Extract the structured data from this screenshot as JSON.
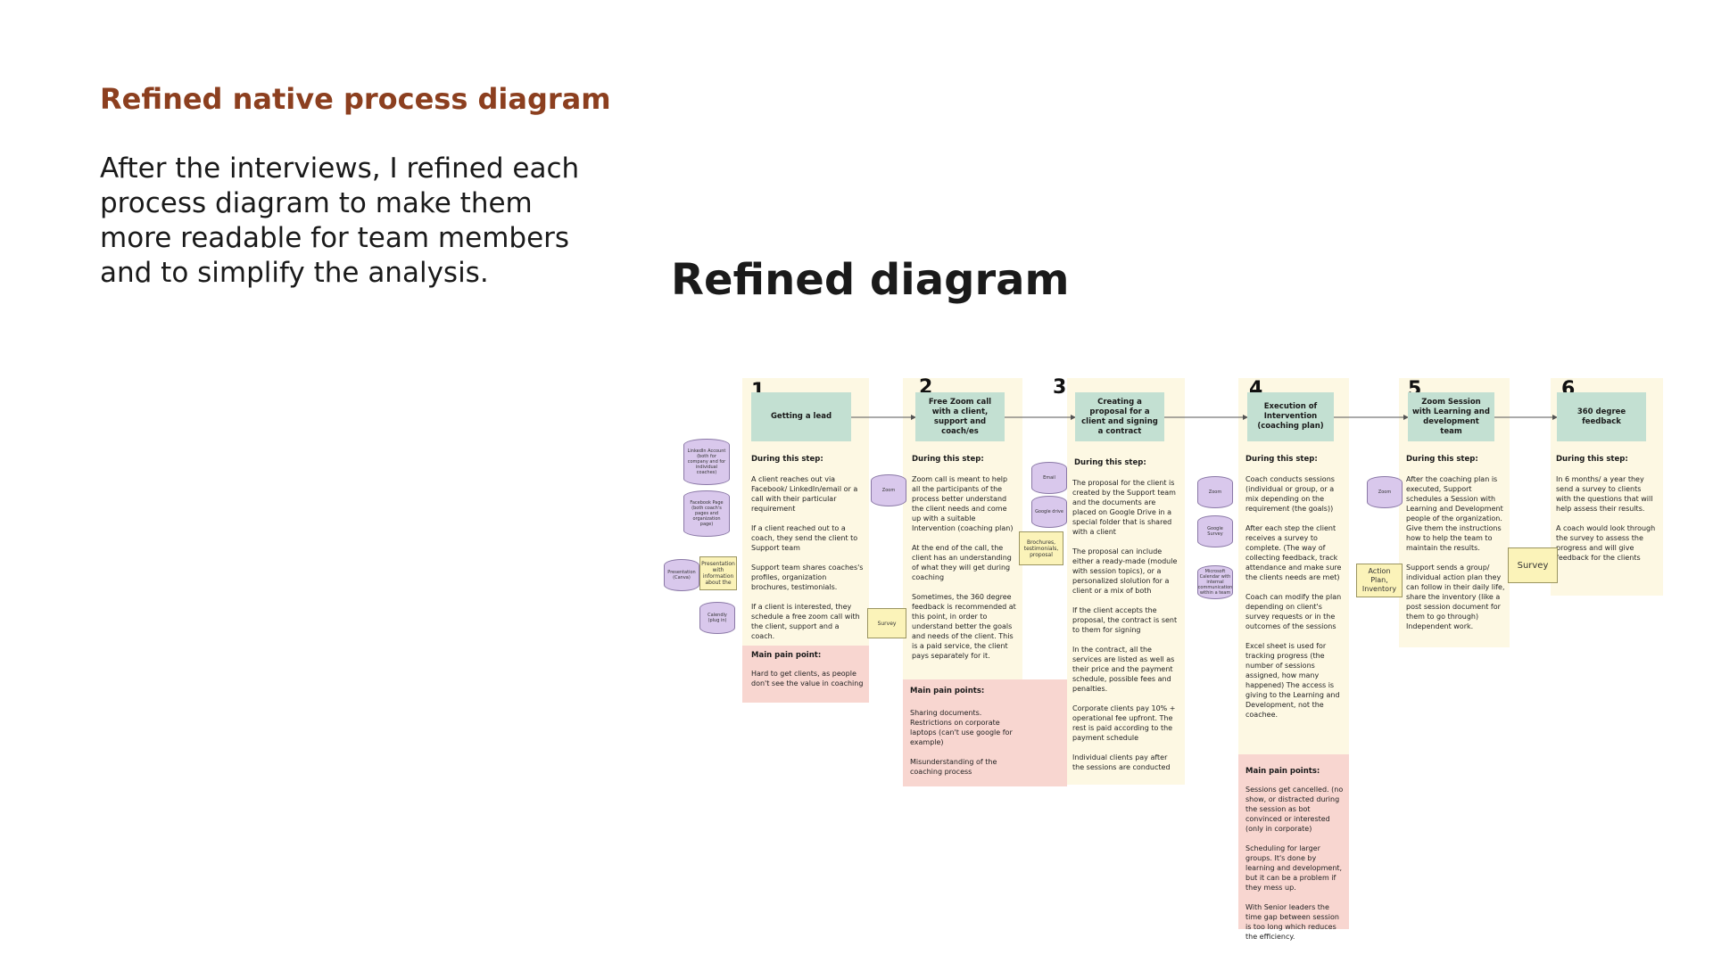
{
  "heading": "Refined native process diagram",
  "intro": "After the interviews, I refined each process diagram to make them more readable for team members and to simplify the analysis.",
  "diagram_title": "Refined diagram",
  "during_label": "During this step:",
  "pain_label": "Main pain point:",
  "pain_label_plural": "Main pain points:",
  "steps": [
    {
      "num": "1",
      "title": "Getting a lead",
      "text": "A client reaches out via Facebook/ LinkedIn/email or a call with their particular requirement\n\nIf a client reached out to a coach, they send the client to Support team\n\nSupport team shares coaches's profiles, organization brochures, testimonials.\n\nIf a client is interested, they schedule a free zoom call with the client, support and a coach.",
      "pain": "Hard to get clients, as people don't see the value in coaching"
    },
    {
      "num": "2",
      "title": "Free Zoom call with a client, support and coach/es",
      "text": "Zoom call is meant to help all the participants of the process better understand the client needs and come up with a suitable Intervention (coaching plan)\n\nAt the end of the call, the client has an understanding of what they will get during coaching\n\nSometimes, the 360 degree feedback is recommended at this point, in order to understand better the goals and needs of the client. This is a paid service, the client pays separately for it.",
      "pain": "Sharing documents. Restrictions on corporate laptops (can't use google for example)\n\nMisunderstanding of the coaching process"
    },
    {
      "num": "3",
      "title": "Creating a proposal for a client and signing a contract",
      "text": "The proposal for the client is created by the Support team and the documents are placed on Google Drive in a special folder that is shared with a client\n\nThe proposal can include either a ready-made (module with session topics), or a personalized slolution for a client or a mix of both\n\nIf the client accepts the proposal, the contract is sent to them for signing\n\nIn the contract, all the services are listed as well as their price and the payment schedule, possible fees and penalties.\n\nCorporate clients pay 10% + operational fee upfront. The rest is paid according to the payment schedule\n\nIndividual clients pay after the sessions are conducted"
    },
    {
      "num": "4",
      "title": "Execution of Intervention (coaching plan)",
      "text": "Coach conducts sessions (individual or group, or a mix depending on the requirement (the goals))\n\nAfter each step the client receives a survey to complete. (The way of collecting feedback, track attendance and make sure the clients needs are met)\n\nCoach can modify the plan depending on client's survey requests or in the outcomes of the sessions\n\nExcel sheet is used for tracking progress (the number of sessions assigned, how many happened) The access is giving to the Learning and Development, not the coachee.",
      "pain": "Sessions get cancelled. (no show, or distracted during the session as bot convinced or interested (only in corporate)\n\nScheduling for larger groups. It's done by learning and development, but it can be a problem if they mess up.\n\nWith Senior leaders the time gap between session is too long which reduces the efficiency."
    },
    {
      "num": "5",
      "title": "Zoom Session with Learning and development team",
      "text": "After the coaching plan is executed, Support schedules a Session with Learning and Development people of the organization. Give them the instructions how to help the team to maintain the results.\n\nSupport sends a group/ individual action plan they can follow in their daily life, share the inventory (like a post session document for them to go through) Independent work."
    },
    {
      "num": "6",
      "title": "360 degree feedback",
      "text": "In 6 months/ a year they send a survey to clients with the questions that will help assess their results.\n\nA coach would look through the survey to assess the progress and will give feedback for the clients"
    }
  ],
  "tools": {
    "linkedin": "LinkedIn Account (both for company and for individual coaches)",
    "facebook": "Facebook Page (both coach's pages and organization page)",
    "presentation_canva": "Presentation (Canva)",
    "presentation_info": "Presentation with information about the",
    "calendar": "Calendly (plug in)",
    "zoom": "Zoom",
    "survey": "Survey",
    "email": "Email",
    "google_drive": "Google drive",
    "brochures": "Brochures, testimonials, proposal",
    "zoom_4": "Zoom",
    "google_survey": "Google Survey",
    "ms_teams": "Microsoft Calendar with internal communication within a team",
    "zoom_5": "Zoom",
    "action_plan": "Action Plan, Inventory",
    "survey_6": "Survey"
  }
}
